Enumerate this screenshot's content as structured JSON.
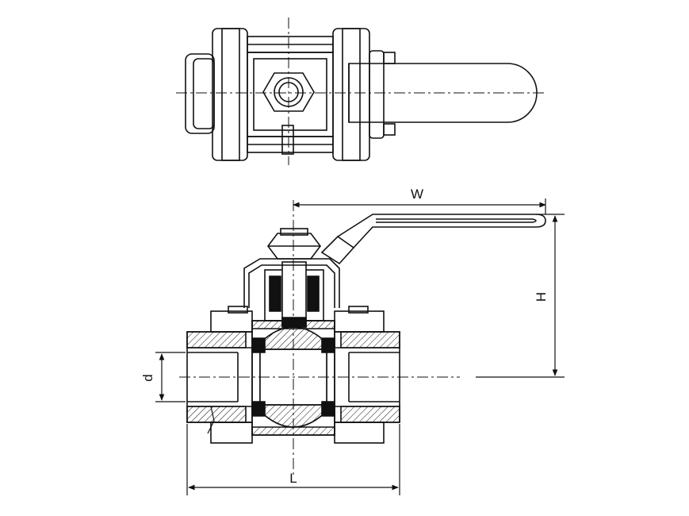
{
  "dimensions": {
    "width_label": "W",
    "height_label": "H",
    "diameter_label": "d",
    "length_label": "L"
  },
  "colors": {
    "line": "#111111",
    "background": "#ffffff"
  }
}
